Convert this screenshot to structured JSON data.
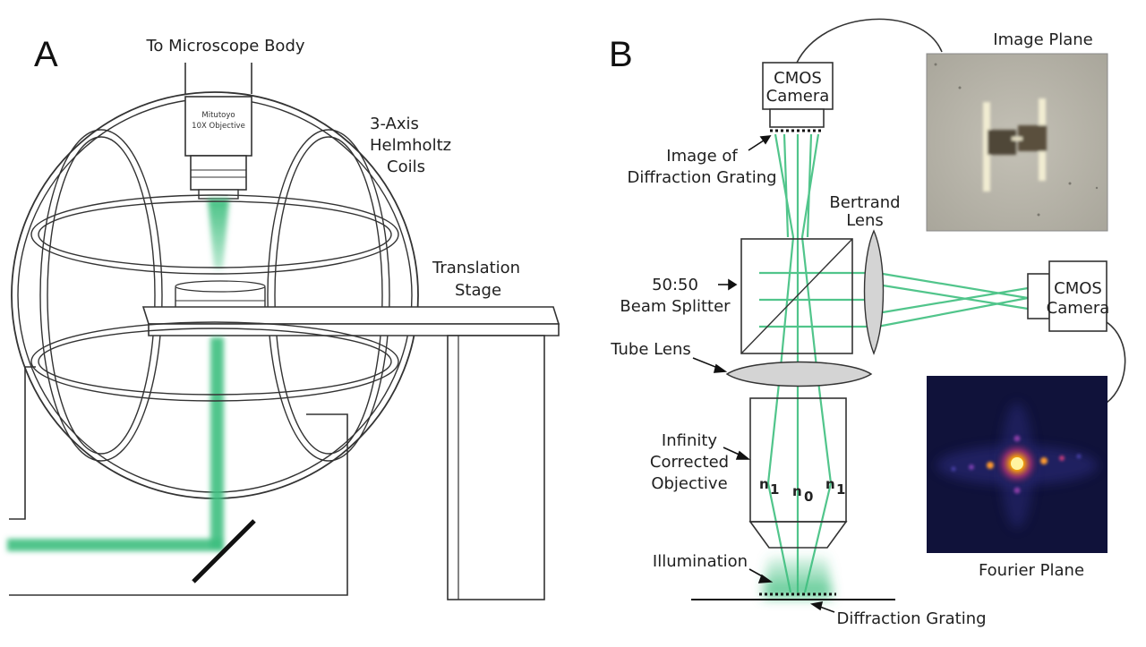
{
  "panels": {
    "a": "A",
    "b": "B"
  },
  "panel_a": {
    "microscope_body": "To Microscope Body",
    "objective_text_1": "Mitutoyo",
    "objective_text_2": "10X Objective",
    "coils_line1": "3-Axis",
    "coils_line2": "Helmholtz",
    "coils_line3": "Coils",
    "stage_line1": "Translation",
    "stage_line2": "Stage"
  },
  "panel_b": {
    "camera_top_line1": "CMOS",
    "camera_top_line2": "Camera",
    "camera_right_line1": "CMOS",
    "camera_right_line2": "Camera",
    "image_of_line1": "Image of",
    "image_of_line2": "Diffraction Grating",
    "bertrand_line1": "Bertrand",
    "bertrand_line2": "Lens",
    "splitter_line1": "50:50",
    "splitter_line2": "Beam Splitter",
    "tube_lens": "Tube Lens",
    "objective_line1": "Infinity",
    "objective_line2": "Corrected",
    "objective_line3": "Objective",
    "n_left": "n",
    "n_left_sub": "1",
    "n_mid": "n",
    "n_mid_sub": "0",
    "n_right": "n",
    "n_right_sub": "1",
    "illumination": "Illumination",
    "grating": "Diffraction Grating",
    "image_plane": "Image Plane",
    "fourier_plane": "Fourier Plane"
  },
  "colors": {
    "beam": "#3fbf7f",
    "line": "#333333",
    "lens_fill": "#cfcfcf",
    "fourier_bg": "#10123a",
    "image_bg": "#b7b4a8"
  }
}
